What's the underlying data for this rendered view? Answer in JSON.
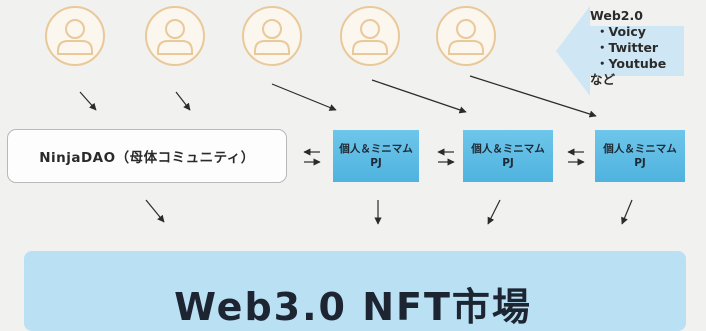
{
  "web2": {
    "title": "Web2.0",
    "items": [
      "Voicy",
      "Twitter",
      "Youtube"
    ],
    "suffix": "など"
  },
  "dao": {
    "label": "NinjaDAO（母体コミュニティ）"
  },
  "projects": [
    {
      "line1": "個人＆ミニマム",
      "line2": "PJ"
    },
    {
      "line1": "個人＆ミニマム",
      "line2": "PJ"
    },
    {
      "line1": "個人＆ミニマム",
      "line2": "PJ"
    }
  ],
  "market": {
    "title": "Web3.0 NFT市場"
  },
  "colors": {
    "background": "#f1f1f0",
    "avatar_stroke": "#e9c99a",
    "project_fill": "#5bbbe4",
    "market_fill": "#b9e0f3",
    "web2_arrow": "#cfe6f4"
  }
}
